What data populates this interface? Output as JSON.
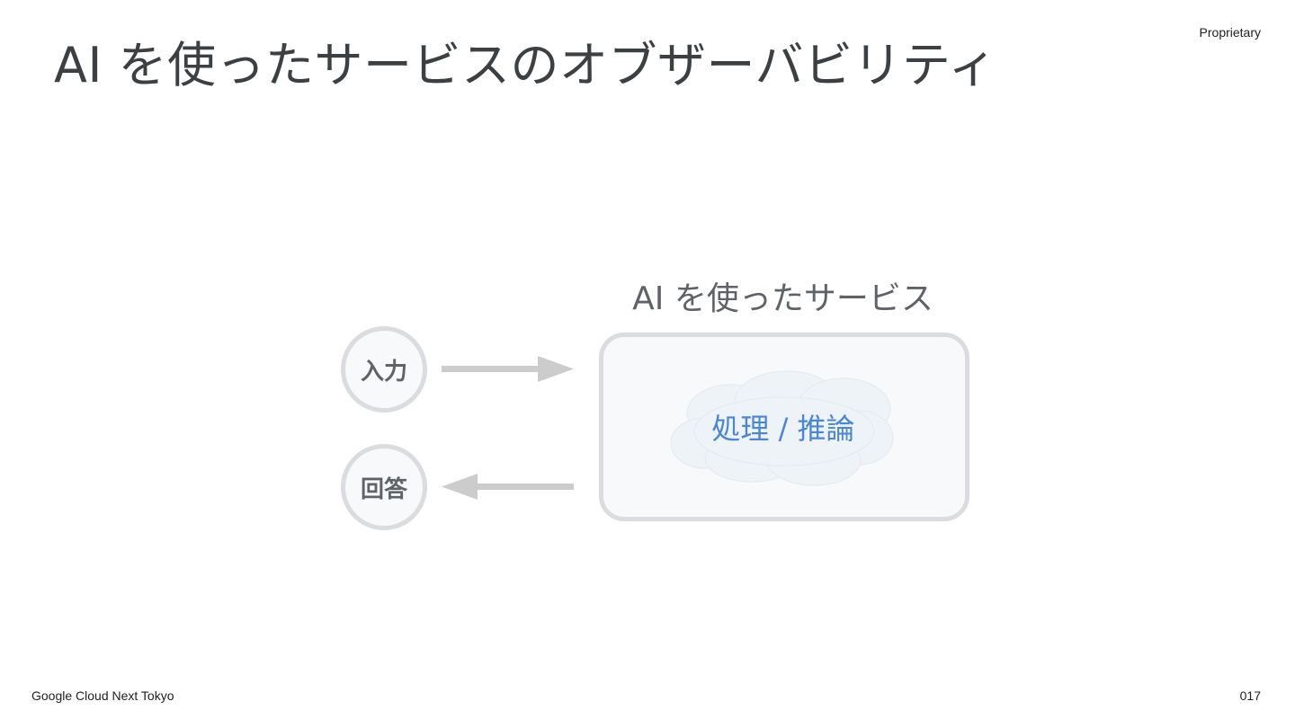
{
  "slide": {
    "title": "AI を使ったサービスのオブザーバビリティ",
    "classification": "Proprietary",
    "footer_event": "Google Cloud Next Tokyo",
    "page_number": "017"
  },
  "diagram": {
    "service_label": "AI を使ったサービス",
    "input_label": "入力",
    "output_label": "回答",
    "process_label": "処理 / 推論",
    "colors": {
      "border": "#dadce0",
      "box_fill": "#f8f9fa",
      "arrow": "#cccccc",
      "cloud_fill": "#eef3f8",
      "process_text": "#4a86d8",
      "text": "#5f6368"
    }
  }
}
